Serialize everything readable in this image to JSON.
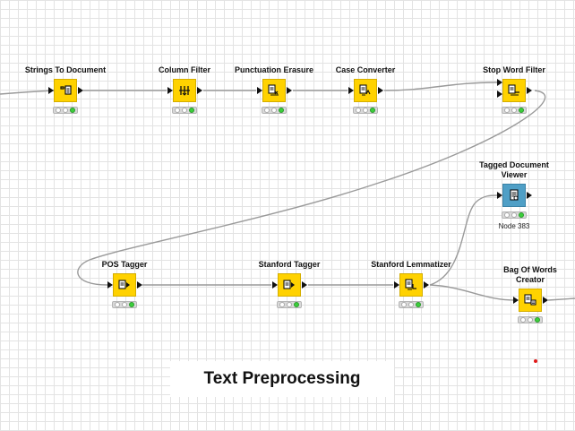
{
  "nodes": {
    "strings_to_document": {
      "label": "Strings To Document",
      "icon": "document-convert-icon"
    },
    "column_filter": {
      "label": "Column Filter",
      "icon": "column-filter-icon"
    },
    "punctuation_erasure": {
      "label": "Punctuation Erasure",
      "icon": "text-process-icon"
    },
    "case_converter": {
      "label": "Case Converter",
      "icon": "text-process-icon"
    },
    "stop_word_filter": {
      "label": "Stop Word Filter",
      "icon": "text-process-icon"
    },
    "tagged_document_viewer": {
      "label": "Tagged Document\nViewer",
      "sublabel": "Node 383",
      "icon": "document-viewer-icon"
    },
    "pos_tagger": {
      "label": "POS Tagger",
      "icon": "tagger-icon"
    },
    "stanford_tagger": {
      "label": "Stanford Tagger",
      "icon": "tagger-icon"
    },
    "stanford_lemmatizer": {
      "label": "Stanford Lemmatizer",
      "icon": "text-process-icon"
    },
    "bag_of_words_creator": {
      "label": "Bag Of Words\nCreator",
      "icon": "bag-of-words-icon"
    }
  },
  "annotation": {
    "text": "Text Preprocessing"
  },
  "colors": {
    "node_yellow": "#ffd200",
    "viewer_blue": "#4f9fc6",
    "status_green": "#3ccf3c",
    "connection_gray": "#9a9a9a",
    "marker_red": "#e01818"
  }
}
